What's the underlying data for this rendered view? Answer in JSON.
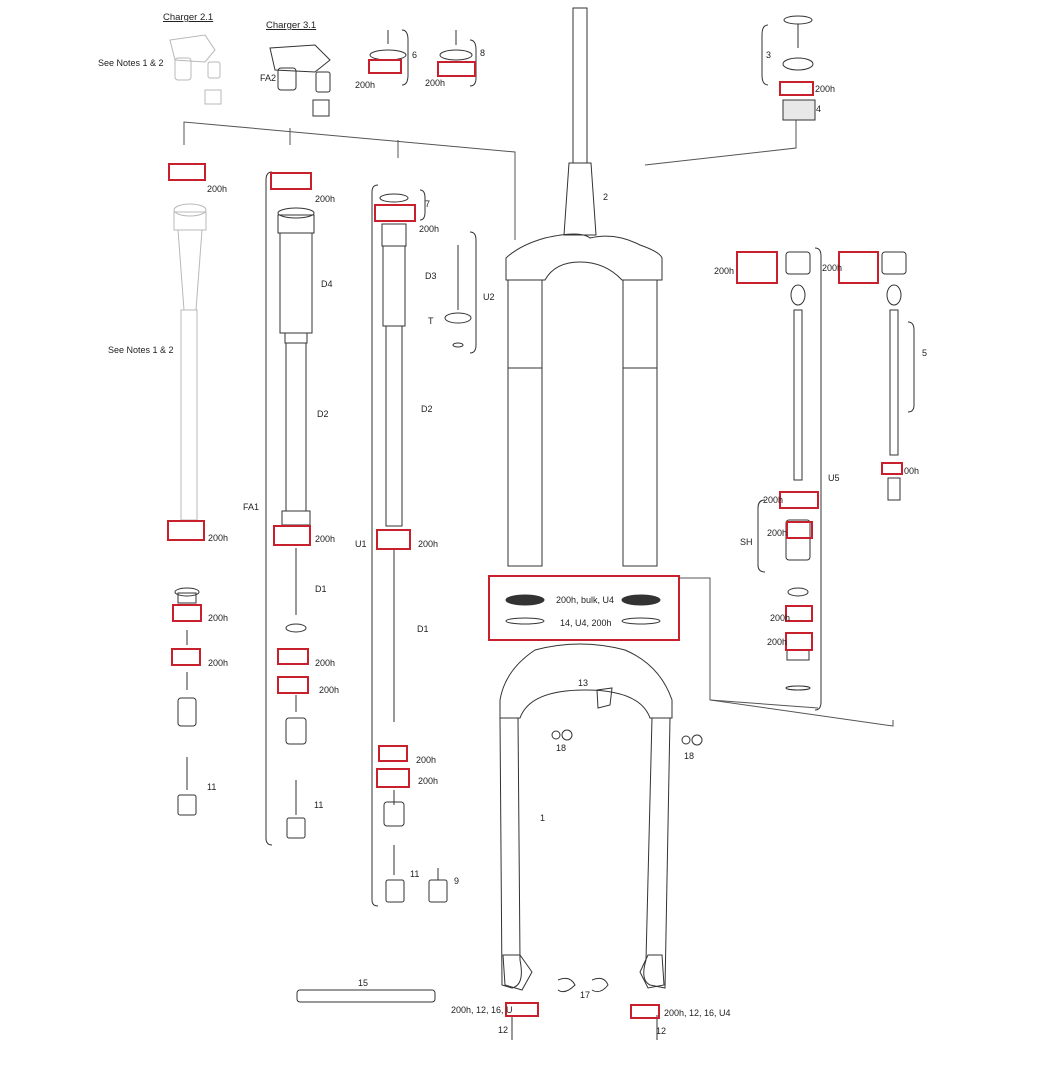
{
  "colors": {
    "highlight": "#c8202c",
    "ink": "#222222",
    "faded": "#b8b8b8",
    "line": "#444444"
  },
  "titles": {
    "charger21": "Charger 2.1",
    "charger31": "Charger 3.1"
  },
  "notes": {
    "top": "See Notes 1 & 2",
    "mid": "See Notes 1 & 2"
  },
  "labels": {
    "l200h": "200h",
    "l200h_cut": "00h",
    "fa1": "FA1",
    "fa2": "FA2",
    "u1": "U1",
    "u2": "U2",
    "u5": "U5",
    "sh": "SH",
    "t": "T",
    "d1": "D1",
    "d2": "D2",
    "d3": "D3",
    "d4": "D4",
    "n1": "1",
    "n2": "2",
    "n3": "3",
    "n4": "4",
    "n5": "5",
    "n6": "6",
    "n7": "7",
    "n8": "8",
    "n9": "9",
    "n11": "11",
    "n12": "12",
    "n13": "13",
    "n15": "15",
    "n17": "17",
    "n18": "18",
    "seal_top": "200h, bulk, U4",
    "seal_bot": "14, U4, 200h",
    "bottom_left": "200h, 12, 16, U",
    "bottom_right": "200h, 12, 16, U4"
  }
}
